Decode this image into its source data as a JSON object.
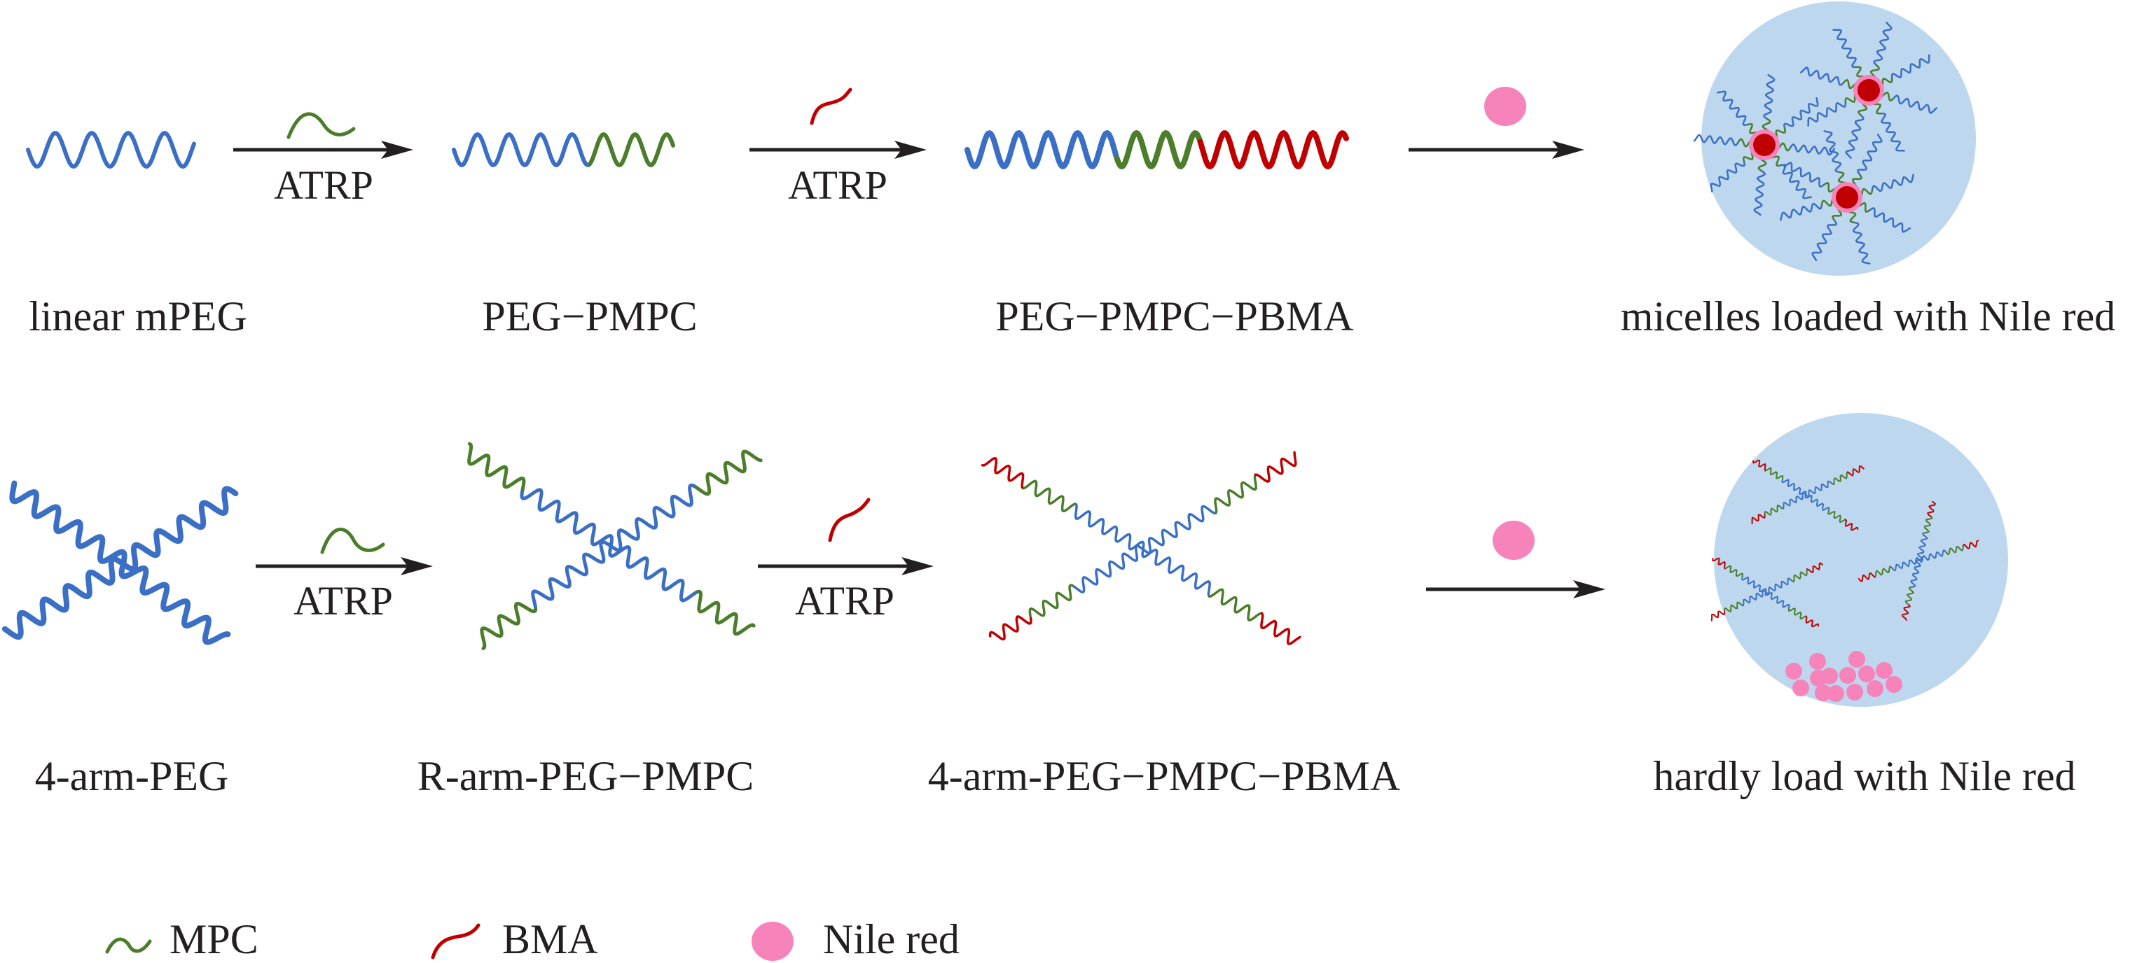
{
  "colors": {
    "peg": "#3b6fc5",
    "mpc": "#4b7d2b",
    "bma": "#c00000",
    "nile_red": "#f783bb",
    "micelle": "#bdd7ee",
    "core": "#c00000",
    "text": "#231f20"
  },
  "row1": {
    "labels": [
      "linear mPEG",
      "PEG−PMPC",
      "PEG−PMPC−PBMA",
      "micelles loaded with Nile red"
    ],
    "arrow_labels": [
      "ATRP",
      "ATRP"
    ]
  },
  "row2": {
    "labels": [
      "4-arm-PEG",
      "R-arm-PEG−PMPC",
      "4-arm-PEG−PMPC−PBMA",
      "hardly load with Nile red"
    ],
    "arrow_labels": [
      "ATRP",
      "ATRP"
    ]
  },
  "legend": {
    "mpc": "MPC",
    "bma": "BMA",
    "nile_red": "Nile red"
  }
}
